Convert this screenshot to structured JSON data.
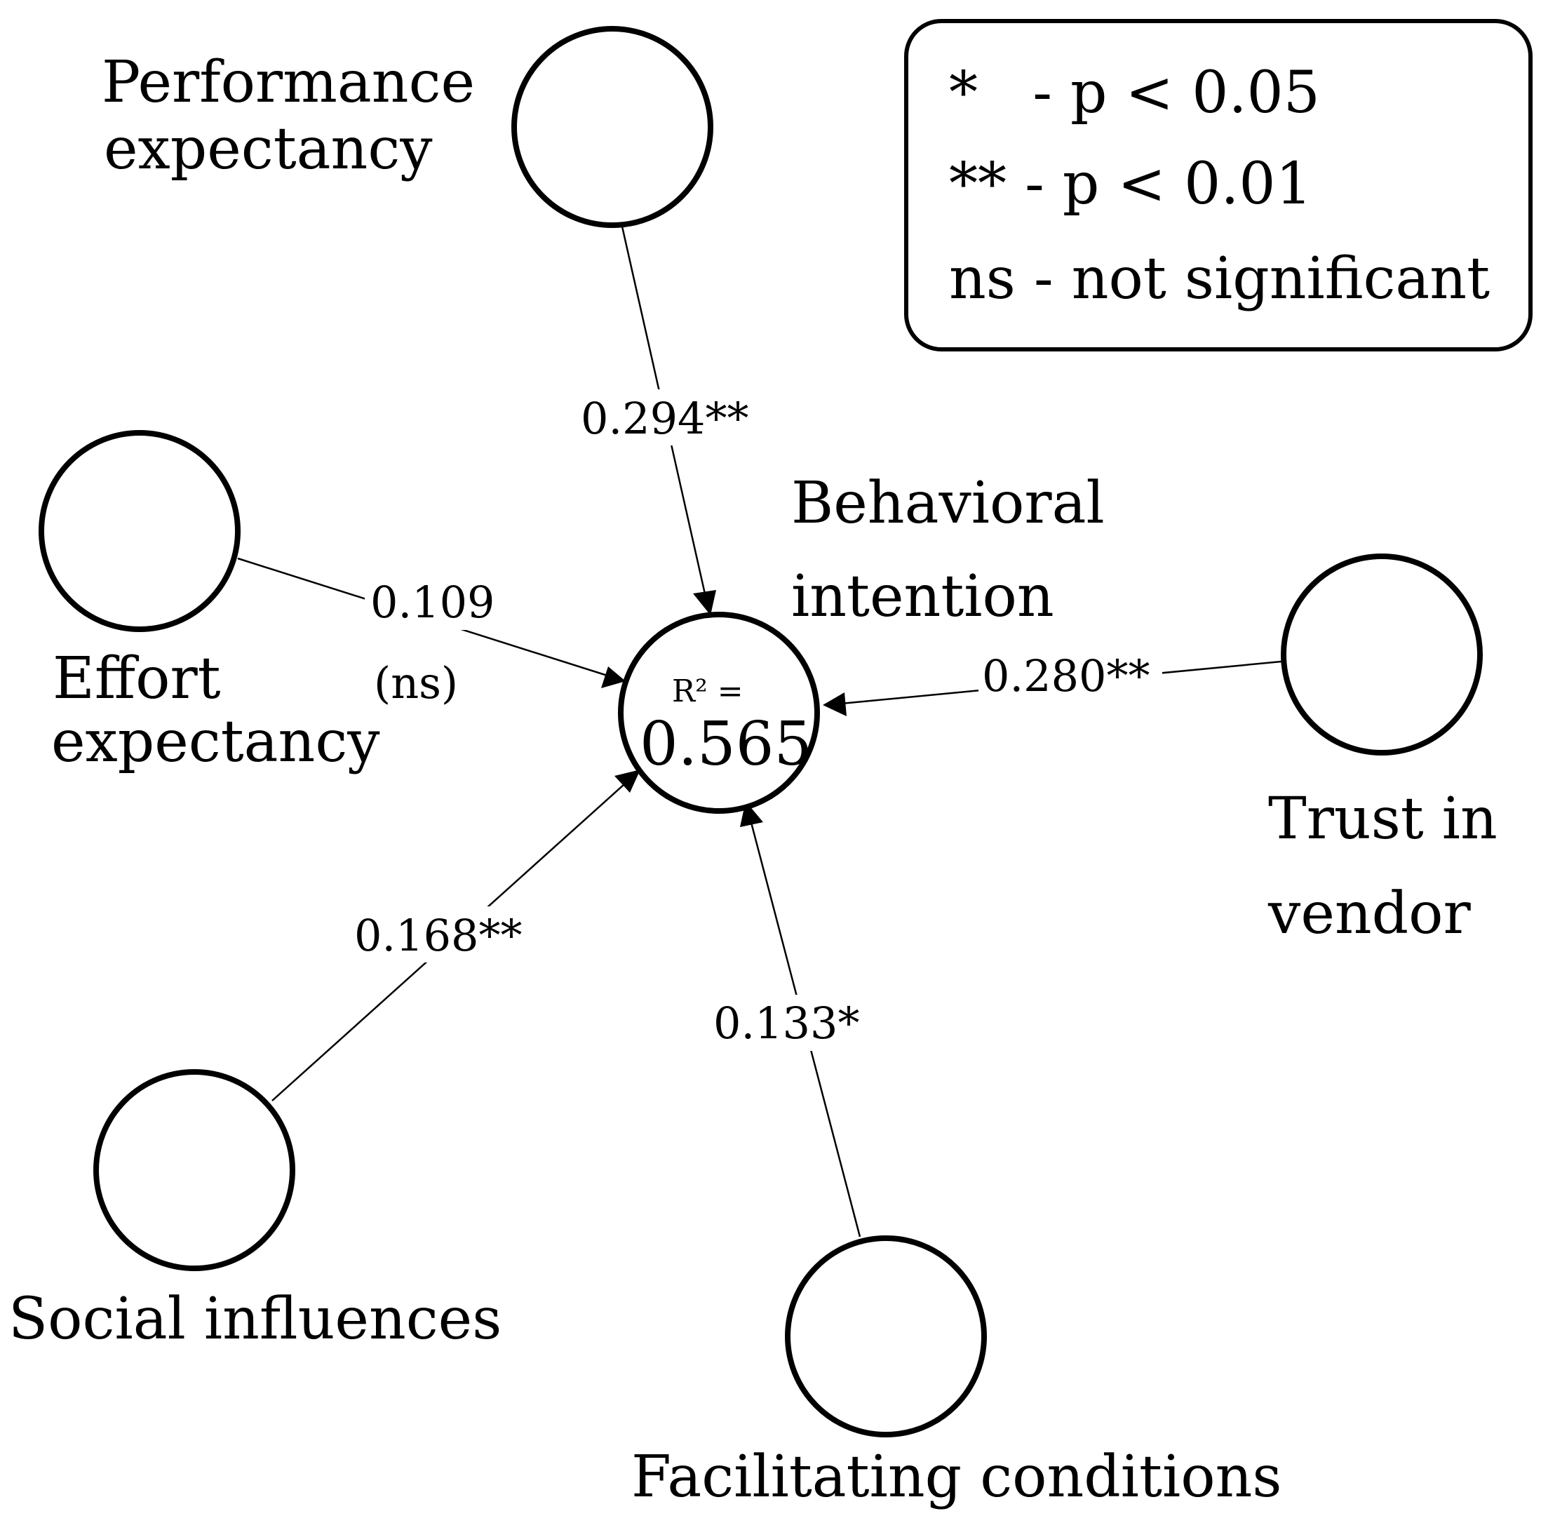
{
  "nodes": {
    "performance": {
      "line1": "Performance",
      "line2": "expectancy"
    },
    "effort": {
      "line1": "Effort",
      "line2": "expectancy"
    },
    "social": {
      "line1": "Social influences"
    },
    "facilitating": {
      "line1": "Facilitating conditions"
    },
    "trust": {
      "line1": "Trust in",
      "line2": "vendor"
    },
    "behavioral": {
      "line1": "Behavioral",
      "line2": "intention",
      "r2_label": "R² =",
      "r2_value": "0.565"
    }
  },
  "paths": {
    "performance": {
      "coef": "0.294**"
    },
    "effort": {
      "coef": "0.109",
      "note": "(ns)"
    },
    "social": {
      "coef": "0.168**"
    },
    "facilitating": {
      "coef": "0.133*"
    },
    "trust": {
      "coef": "0.280**"
    }
  },
  "legend": {
    "line1": "*   - p < 0.05",
    "line2": "** - p < 0.01",
    "line3": "ns - not significant"
  }
}
